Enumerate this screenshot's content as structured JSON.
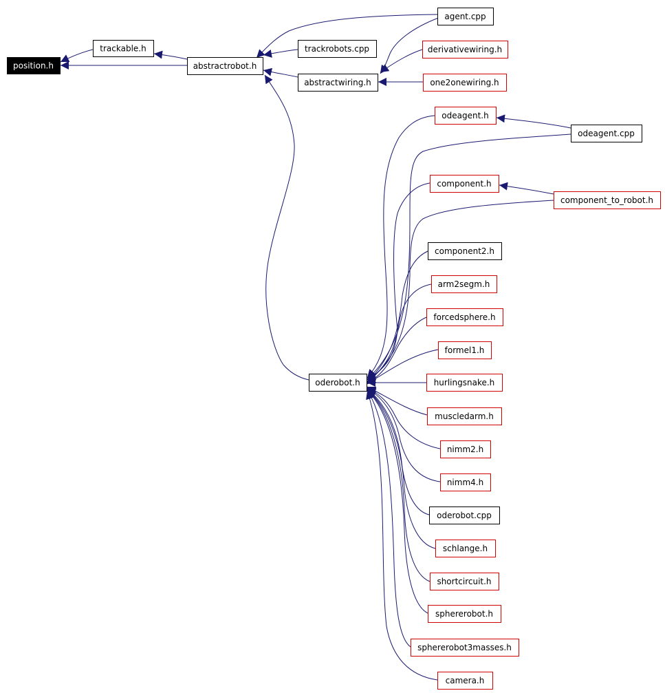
{
  "colors": {
    "edge": "#191970",
    "node_border_black": "#000000",
    "node_border_red": "#d00000",
    "root_fill": "#000000",
    "root_text": "#ffffff",
    "node_fill": "#ffffff",
    "node_text": "#000000"
  },
  "nodes": [
    {
      "id": "position_h",
      "label": "position.h",
      "style": "root"
    },
    {
      "id": "trackable_h",
      "label": "trackable.h",
      "style": "black"
    },
    {
      "id": "abstractrobot_h",
      "label": "abstractrobot.h",
      "style": "black"
    },
    {
      "id": "agent_cpp",
      "label": "agent.cpp",
      "style": "black"
    },
    {
      "id": "trackrobots_cpp",
      "label": "trackrobots.cpp",
      "style": "black"
    },
    {
      "id": "derivativewiring_h",
      "label": "derivativewiring.h",
      "style": "red"
    },
    {
      "id": "abstractwiring_h",
      "label": "abstractwiring.h",
      "style": "black"
    },
    {
      "id": "one2onewiring_h",
      "label": "one2onewiring.h",
      "style": "red"
    },
    {
      "id": "odeagent_h",
      "label": "odeagent.h",
      "style": "red"
    },
    {
      "id": "odeagent_cpp",
      "label": "odeagent.cpp",
      "style": "black"
    },
    {
      "id": "component_h",
      "label": "component.h",
      "style": "red"
    },
    {
      "id": "component_to_robot_h",
      "label": "component_to_robot.h",
      "style": "red"
    },
    {
      "id": "component2_h",
      "label": "component2.h",
      "style": "black"
    },
    {
      "id": "arm2segm_h",
      "label": "arm2segm.h",
      "style": "red"
    },
    {
      "id": "forcedsphere_h",
      "label": "forcedsphere.h",
      "style": "red"
    },
    {
      "id": "formel1_h",
      "label": "formel1.h",
      "style": "red"
    },
    {
      "id": "oderobot_h",
      "label": "oderobot.h",
      "style": "black"
    },
    {
      "id": "hurlingsnake_h",
      "label": "hurlingsnake.h",
      "style": "red"
    },
    {
      "id": "muscledarm_h",
      "label": "muscledarm.h",
      "style": "red"
    },
    {
      "id": "nimm2_h",
      "label": "nimm2.h",
      "style": "red"
    },
    {
      "id": "nimm4_h",
      "label": "nimm4.h",
      "style": "red"
    },
    {
      "id": "oderobot_cpp",
      "label": "oderobot.cpp",
      "style": "black"
    },
    {
      "id": "schlange_h",
      "label": "schlange.h",
      "style": "red"
    },
    {
      "id": "shortcircuit_h",
      "label": "shortcircuit.h",
      "style": "red"
    },
    {
      "id": "spherererobot_h",
      "label": "sphererobot.h",
      "style": "red"
    },
    {
      "id": "sphererobot3masses_h",
      "label": "sphererobot3masses.h",
      "style": "red"
    },
    {
      "id": "camera_h",
      "label": "camera.h",
      "style": "red"
    }
  ],
  "edges": [
    {
      "from": "trackable_h",
      "to": "position_h"
    },
    {
      "from": "abstractrobot_h",
      "to": "position_h"
    },
    {
      "from": "abstractrobot_h",
      "to": "trackable_h"
    },
    {
      "from": "agent_cpp",
      "to": "abstractrobot_h"
    },
    {
      "from": "trackrobots_cpp",
      "to": "abstractrobot_h"
    },
    {
      "from": "abstractwiring_h",
      "to": "abstractrobot_h"
    },
    {
      "from": "oderobot_h",
      "to": "abstractrobot_h"
    },
    {
      "from": "agent_cpp",
      "to": "abstractwiring_h"
    },
    {
      "from": "derivativewiring_h",
      "to": "abstractwiring_h"
    },
    {
      "from": "one2onewiring_h",
      "to": "abstractwiring_h"
    },
    {
      "from": "odeagent_cpp",
      "to": "odeagent_h"
    },
    {
      "from": "component_to_robot_h",
      "to": "component_h"
    },
    {
      "from": "odeagent_h",
      "to": "oderobot_h"
    },
    {
      "from": "odeagent_cpp",
      "to": "oderobot_h"
    },
    {
      "from": "component_h",
      "to": "oderobot_h"
    },
    {
      "from": "component_to_robot_h",
      "to": "oderobot_h"
    },
    {
      "from": "component2_h",
      "to": "oderobot_h"
    },
    {
      "from": "arm2segm_h",
      "to": "oderobot_h"
    },
    {
      "from": "forcedsphere_h",
      "to": "oderobot_h"
    },
    {
      "from": "formel1_h",
      "to": "oderobot_h"
    },
    {
      "from": "hurlingsnake_h",
      "to": "oderobot_h"
    },
    {
      "from": "muscledarm_h",
      "to": "oderobot_h"
    },
    {
      "from": "nimm2_h",
      "to": "oderobot_h"
    },
    {
      "from": "nimm4_h",
      "to": "oderobot_h"
    },
    {
      "from": "oderobot_cpp",
      "to": "oderobot_h"
    },
    {
      "from": "schlange_h",
      "to": "oderobot_h"
    },
    {
      "from": "shortcircuit_h",
      "to": "oderobot_h"
    },
    {
      "from": "spherererobot_h",
      "to": "oderobot_h"
    },
    {
      "from": "sphererobot3masses_h",
      "to": "oderobot_h"
    },
    {
      "from": "camera_h",
      "to": "oderobot_h"
    }
  ]
}
